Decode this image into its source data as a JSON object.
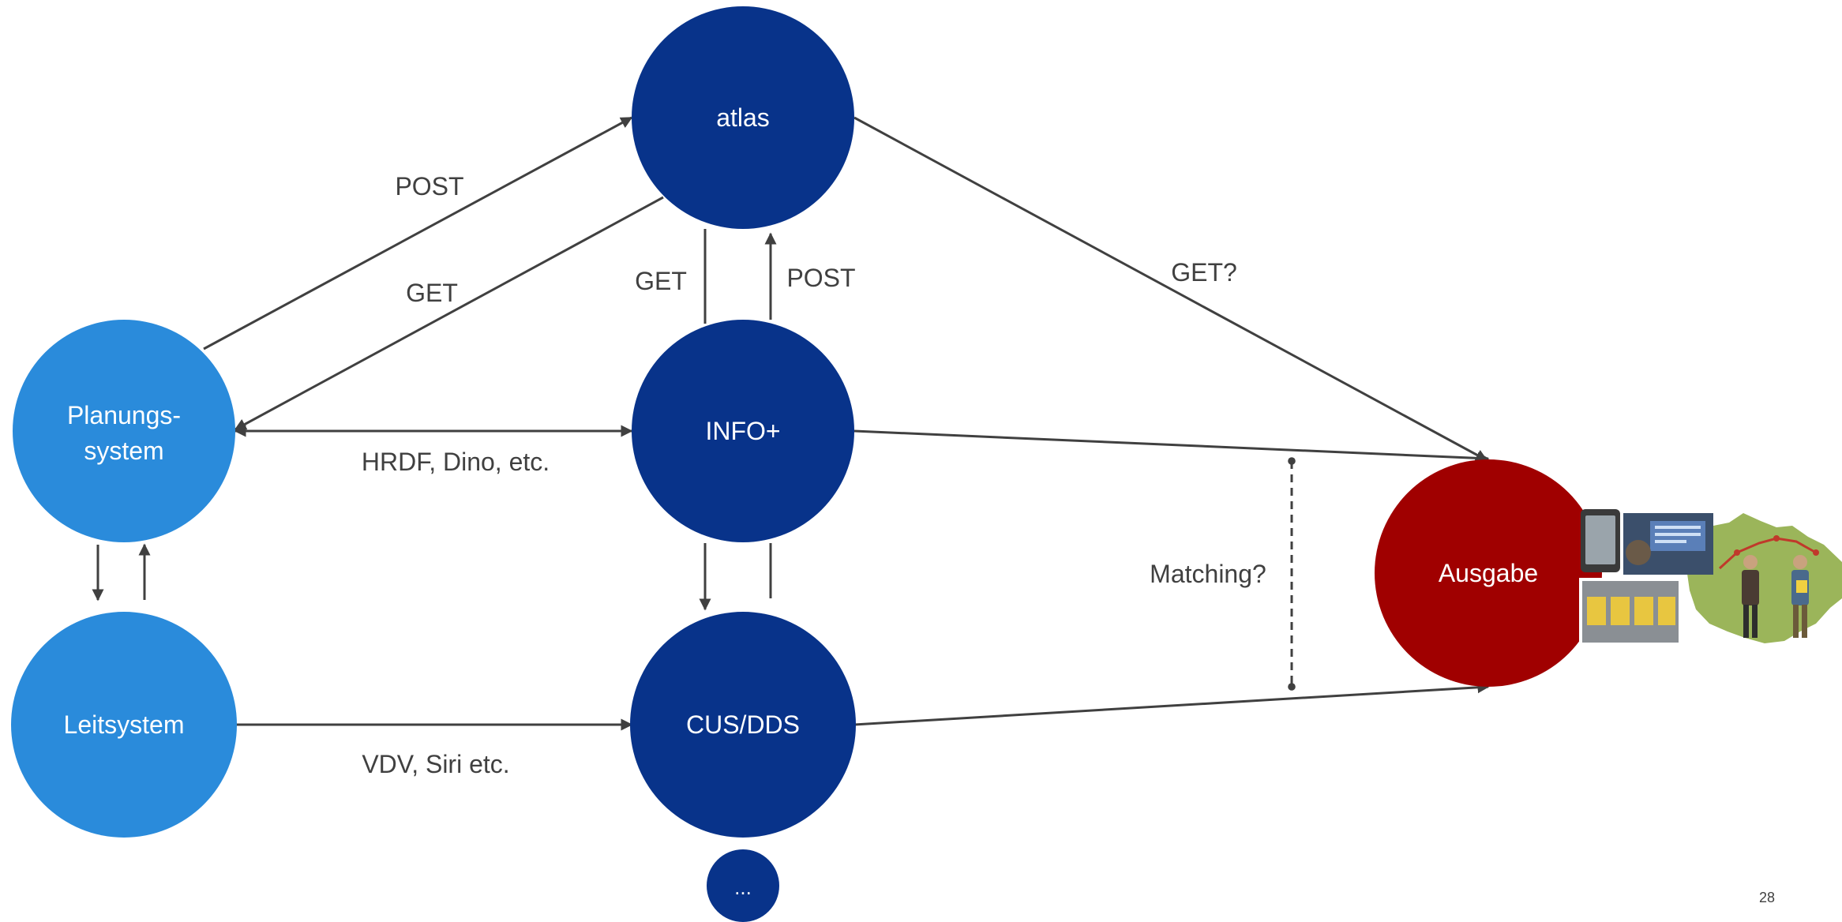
{
  "colors": {
    "light_blue": "#2a8bdb",
    "dark_blue": "#08338a",
    "red": "#a00000",
    "edge": "#404040",
    "text": "#404040"
  },
  "nodes": {
    "atlas": "atlas",
    "planung_line1": "Planungs-",
    "planung_line2": "system",
    "info": "INFO+",
    "leit": "Leitsystem",
    "cus": "CUS/DDS",
    "more": "...",
    "ausgabe": "Ausgabe"
  },
  "edge_labels": {
    "post_planung_atlas": "POST",
    "get_atlas_planung": "GET",
    "get_atlas_info": "GET",
    "post_info_atlas": "POST",
    "get_atlas_ausgabe": "GET?",
    "hrdf": "HRDF, Dino, etc.",
    "vdv": "VDV, Siri etc.",
    "matching": "Matching?"
  },
  "icons": {
    "output_media": "passenger-information-media-image"
  },
  "page_number": "28"
}
